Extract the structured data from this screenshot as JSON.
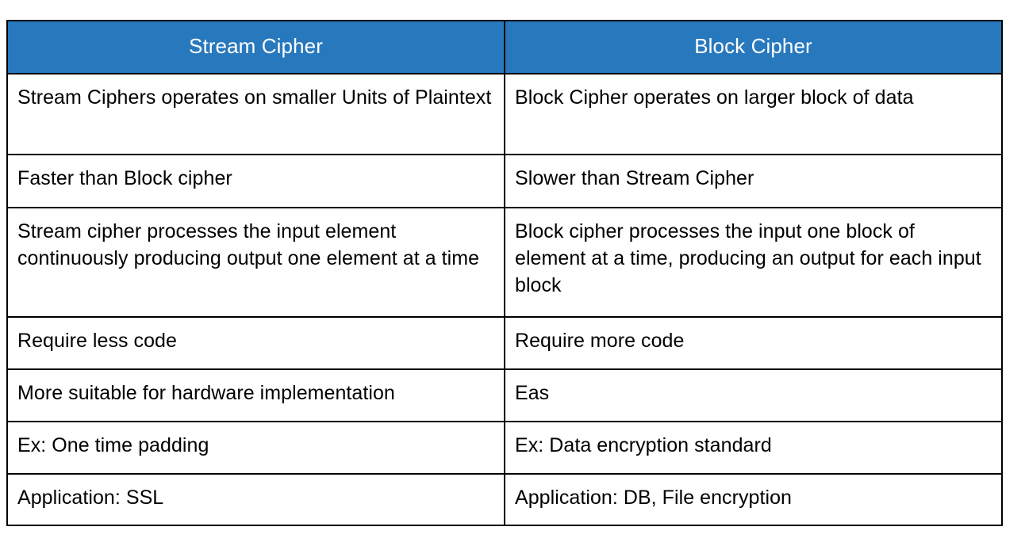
{
  "table": {
    "headers": [
      {
        "label": "Stream Cipher"
      },
      {
        "label": "Block Cipher"
      }
    ],
    "rows": [
      {
        "left": "Stream Ciphers operates on smaller Units of Plaintext",
        "right": "Block Cipher operates on larger block of data"
      },
      {
        "left": "Faster than Block cipher",
        "right": "Slower than Stream Cipher"
      },
      {
        "left": "Stream cipher processes the input element continuously producing output one element at a time",
        "right": "Block cipher processes the input one block of element at a time, producing an output for each input block"
      },
      {
        "left": "Require less code",
        "right": "Require more code"
      },
      {
        "left": "More suitable for hardware implementation",
        "right": "Eas"
      },
      {
        "left": "Ex: One time padding",
        "right": "Ex: Data encryption standard"
      },
      {
        "left": "Application: SSL",
        "right": "Application: DB, File encryption"
      }
    ]
  },
  "colors": {
    "header_background": "#2878bd",
    "header_text": "#ffffff",
    "border": "#000000",
    "cell_text": "#000000",
    "page_background": "#ffffff"
  }
}
